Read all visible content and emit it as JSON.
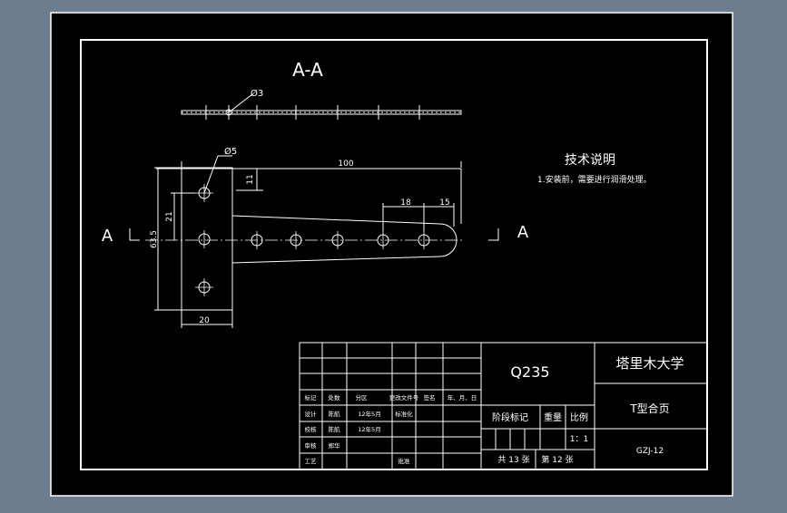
{
  "section": {
    "title": "A-A",
    "hole_dim": "Ø3"
  },
  "part": {
    "hole_dim": "Ø5",
    "dims": {
      "total_length": "100",
      "height": "63.5",
      "offset_21": "21",
      "offset_11": "11",
      "pitch": "18",
      "end": "15",
      "width": "20"
    },
    "section_label_left": "A",
    "section_label_right": "A"
  },
  "notes": {
    "title": "技术说明",
    "items": [
      "1.安装前，需要进行润滑处理。"
    ]
  },
  "title_block": {
    "material": "Q235",
    "school": "塔里木大学",
    "part_name": "T型合页",
    "drawing_no": "GZJ-12",
    "stage_label": "阶段标记",
    "weight_label": "重量",
    "scale_label": "比例",
    "scale_value": "1：1",
    "sheet_total": "共 13 张",
    "sheet_no": "第 12 张",
    "rev_headers": [
      "标记",
      "处数",
      "分区",
      "更改文件号",
      "签名",
      "年、月、日"
    ],
    "design_label": "设计",
    "design_name": "陈航",
    "design_date": "12年5月",
    "standard_label": "标准化",
    "check_label": "校核",
    "check_name": "陈航",
    "check_date": "12年5月",
    "review_label": "审核",
    "review_name": "郑华",
    "process_label": "工艺",
    "approve_label": "批准"
  },
  "colors": {
    "background": "#6d7c8e",
    "paper": "#000000",
    "line": "#ffffff"
  }
}
